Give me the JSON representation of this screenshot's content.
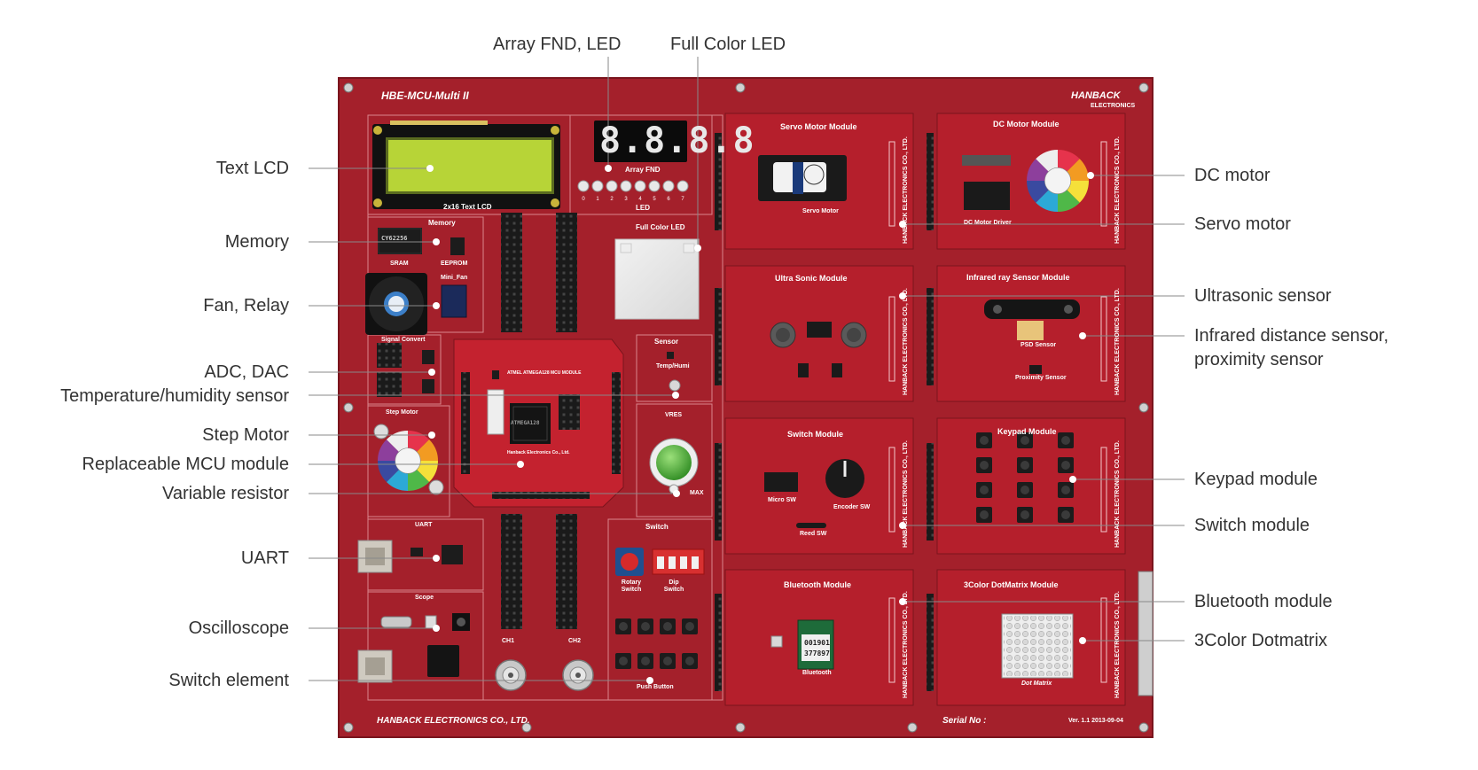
{
  "board": {
    "model": "HBE-MCU-Multi II",
    "brand": "HANBACK",
    "brand_sub": "ELECTRONICS",
    "company": "HANBACK ELECTRONICS CO., LTD.",
    "serial": "Serial No :",
    "version": "Ver. 1.1 2013-09-04",
    "silk": {
      "lcd": "2x16 Text LCD",
      "fnd": "Array FND",
      "led": "LED",
      "full_color_led": "Full Color LED",
      "memory": "Memory",
      "sram": "SRAM",
      "eeprom": "EEPROM",
      "mini_fan": "Mini_Fan",
      "signal_convert": "Signal Convert",
      "step_motor": "Step Motor",
      "sensor": "Sensor",
      "temp_humi": "Temp/Humi",
      "vres": "VRES",
      "max": "MAX",
      "mcu_module": "ATMEL ATMEGA128 MCU MODULE",
      "mcu_company": "Hanback Electronics Co., Ltd.",
      "uart": "UART",
      "scope": "Scope",
      "switch": "Switch",
      "rotary_switch": "Rotary Switch",
      "dip_switch": "Dip Switch",
      "push_button": "Push Button",
      "ch1": "CH1",
      "ch2": "CH2",
      "servo_module": "Servo Motor Module",
      "dc_module": "DC Motor Module",
      "ultrasonic_module": "Ultra Sonic Module",
      "infrared_module": "Infrared ray Sensor Module",
      "switch_module": "Switch Module",
      "keypad_module": "Keypad Module",
      "bluetooth_module": "Bluetooth Module",
      "dotmatrix_module": "3Color DotMatrix Module",
      "hanback_vertical": "HANBACK ELECTRONICS CO., LTD.",
      "servo_motor": "Servo Motor",
      "dc_motor_driver": "DC Motor Driver",
      "psd_sensor": "PSD Sensor",
      "proximity_sensor": "Proximity Sensor",
      "micro_sw": "Micro SW",
      "encoder_sw": "Encoder SW",
      "reed_sw": "Reed SW",
      "bluetooth": "Bluetooth",
      "dot_matrix": "Dot Matrix",
      "bt_id_1": "001901",
      "bt_id_2": "377897"
    },
    "fnd_display": "8.8.8.8",
    "chip_labels": {
      "sram_chip": "CY62256",
      "mcu_chip": "ATMEGA128"
    },
    "led_numbers": [
      "0",
      "1",
      "2",
      "3",
      "4",
      "5",
      "6",
      "7"
    ]
  },
  "callouts_top": [
    {
      "id": "array-fnd-led",
      "label": "Array FND, LED"
    },
    {
      "id": "full-color-led",
      "label": "Full Color LED"
    }
  ],
  "callouts_left": [
    {
      "id": "text-lcd",
      "label": "Text LCD"
    },
    {
      "id": "memory",
      "label": "Memory"
    },
    {
      "id": "fan-relay",
      "label": "Fan, Relay"
    },
    {
      "id": "adc-dac",
      "label": "ADC, DAC"
    },
    {
      "id": "temp-humidity",
      "label": "Temperature/humidity sensor"
    },
    {
      "id": "step-motor",
      "label": "Step Motor"
    },
    {
      "id": "replaceable-mcu",
      "label": "Replaceable MCU module"
    },
    {
      "id": "variable-resistor",
      "label": "Variable resistor"
    },
    {
      "id": "uart",
      "label": "UART"
    },
    {
      "id": "oscilloscope",
      "label": "Oscilloscope"
    },
    {
      "id": "switch-element",
      "label": "Switch element"
    }
  ],
  "callouts_right": [
    {
      "id": "dc-motor",
      "label": "DC motor"
    },
    {
      "id": "servo-motor",
      "label": "Servo motor"
    },
    {
      "id": "ultrasonic-sensor",
      "label": "Ultrasonic sensor"
    },
    {
      "id": "infrared-line1",
      "label": "Infrared distance sensor,"
    },
    {
      "id": "infrared-line2",
      "label": "proximity sensor"
    },
    {
      "id": "keypad-module",
      "label": "Keypad module"
    },
    {
      "id": "switch-module",
      "label": "Switch module"
    },
    {
      "id": "bluetooth-module",
      "label": "Bluetooth module"
    },
    {
      "id": "dotmatrix",
      "label": "3Color Dotmatrix"
    }
  ],
  "colors": {
    "board_red": "#a4202b",
    "module_red": "#b51f2c",
    "panel_dark": "#8c1822",
    "silk_white": "#ffffff",
    "lcd_green": "#b7d437",
    "leader_line": "#888888",
    "header_black": "#1a1a1a"
  }
}
